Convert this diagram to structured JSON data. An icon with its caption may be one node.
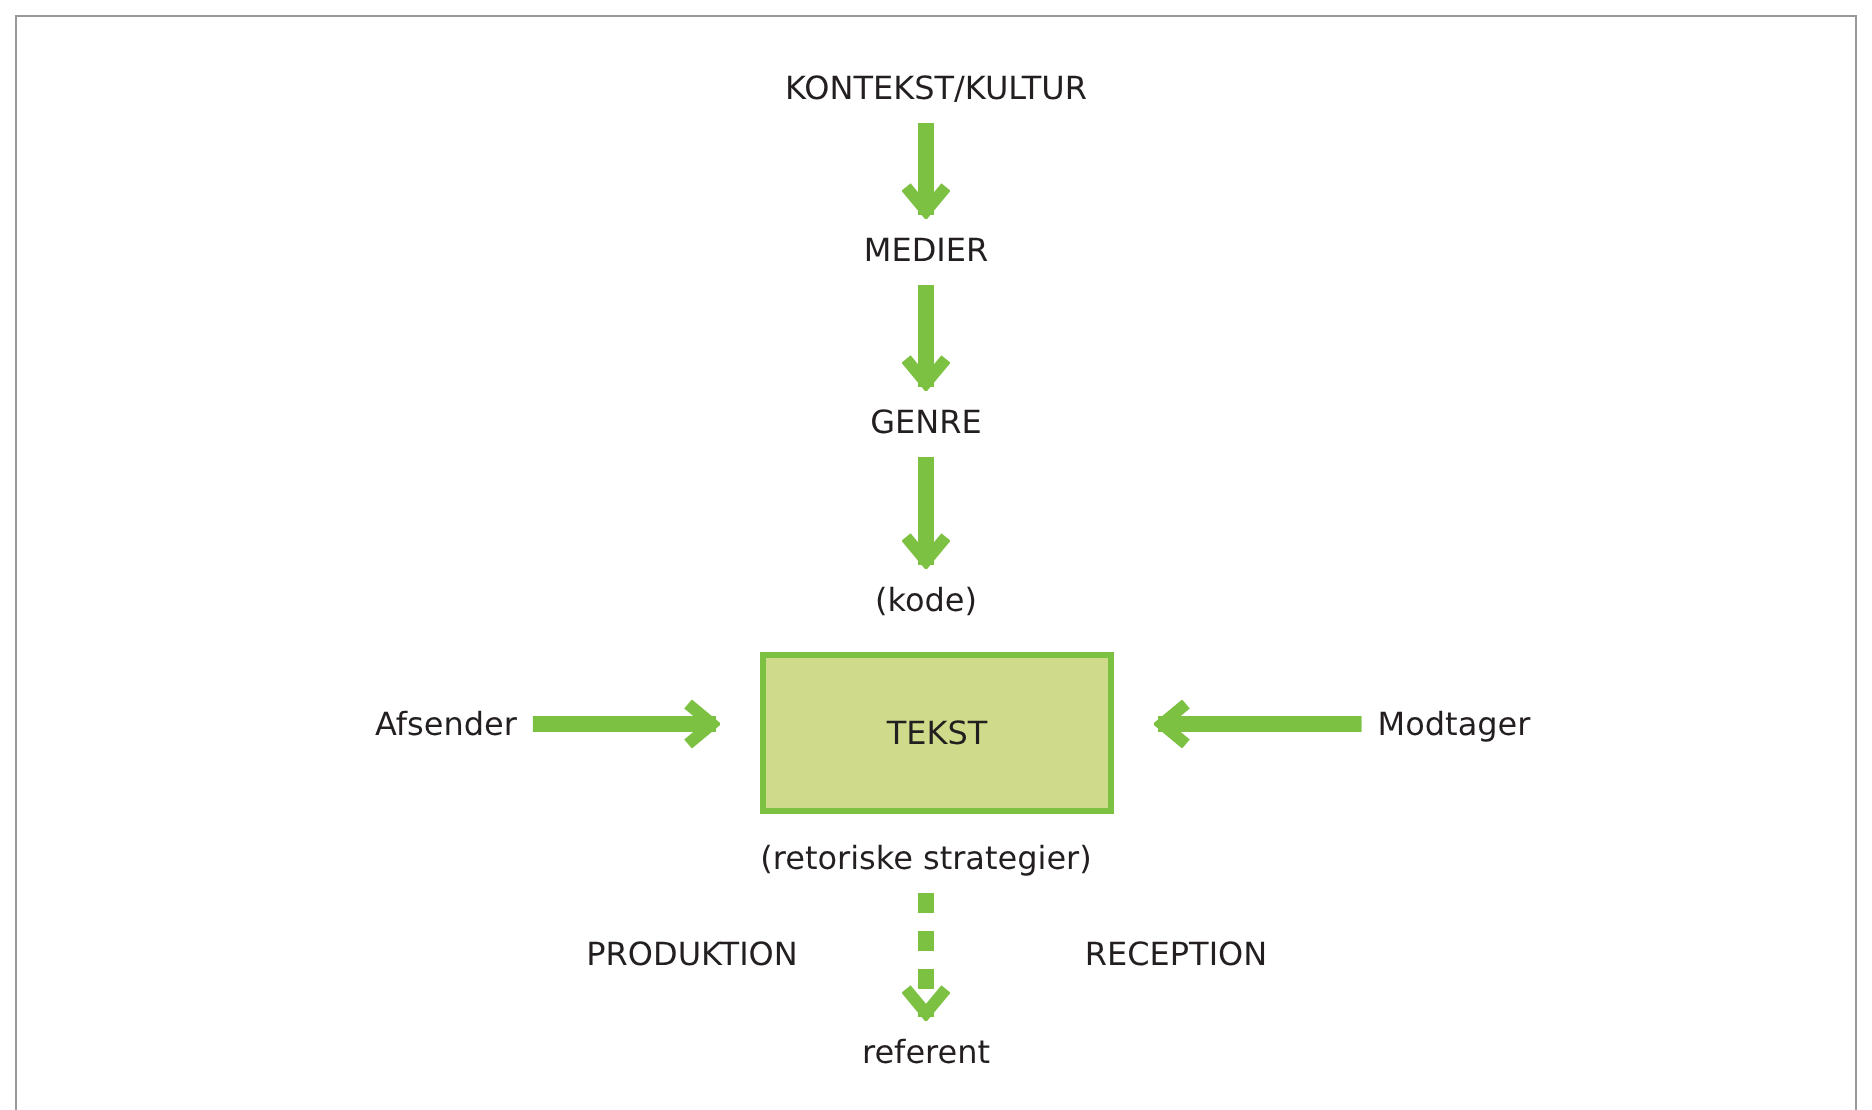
{
  "diagram": {
    "nodes": [
      {
        "text": [
          "KONTEKST/KULTUR"
        ]
      },
      {
        "text": [
          "MEDIER"
        ]
      },
      {
        "text": [
          "GENRE"
        ]
      },
      {
        "text": [
          "(kode)"
        ]
      },
      {
        "text": [
          "Afsender"
        ]
      },
      {
        "text": [
          "TEKST"
        ]
      },
      {
        "text": [
          "Modtager"
        ]
      },
      {
        "text": [
          "(retoriske strategier)"
        ]
      },
      {
        "text": [
          "referent"
        ]
      }
    ],
    "edges": [
      {
        "from": 0,
        "to": 1,
        "arrow": "to"
      },
      {
        "from": 1,
        "to": 2,
        "arrow": "to"
      },
      {
        "from": 2,
        "to": 3,
        "arrow": "to"
      },
      {
        "from": 4,
        "to": 5,
        "arrow": "to"
      },
      {
        "from": 6,
        "to": 5,
        "arrow": "to"
      },
      {
        "from": 7,
        "to": 8,
        "arrow": "to",
        "style": "dashed"
      }
    ],
    "labels": [
      "PRODUKTION",
      "RECEPTION"
    ]
  }
}
